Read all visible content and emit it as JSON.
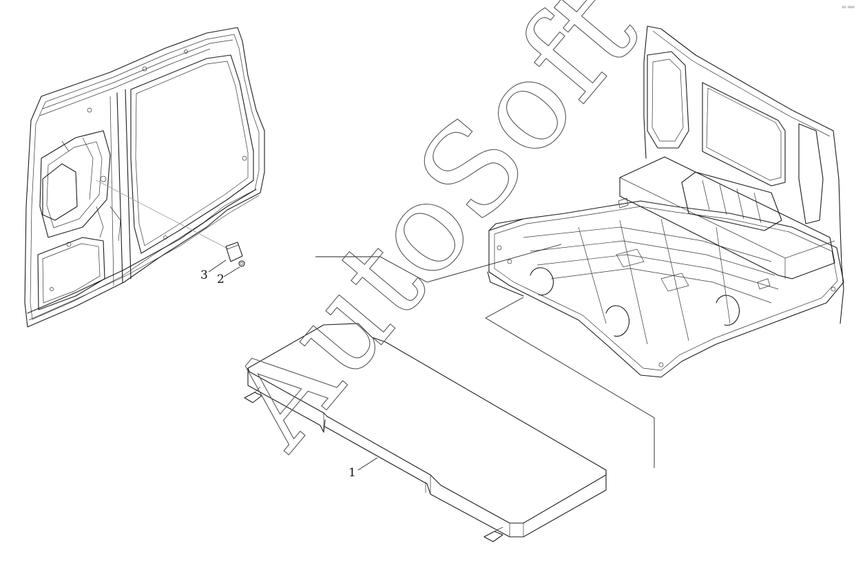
{
  "diagram": {
    "type": "exploded-parts-view",
    "callouts": [
      {
        "id": "callout-1",
        "text": "1"
      },
      {
        "id": "callout-2",
        "text": "2"
      },
      {
        "id": "callout-3",
        "text": "3"
      }
    ],
    "watermark": {
      "text": "AutoSoft"
    },
    "corner_mark": {
      "text": "₂₀ ₀₀₀"
    }
  },
  "colors": {
    "line": "#1a1a1a",
    "background": "#ffffff",
    "watermark": "#555555"
  }
}
